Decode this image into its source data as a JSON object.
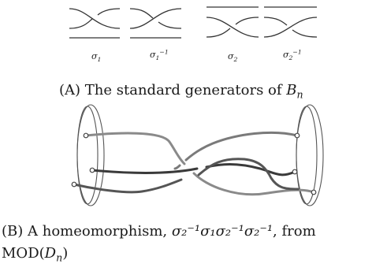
{
  "panel_a": {
    "generator_labels": [
      {
        "base": "σ",
        "sub": "1",
        "sup": ""
      },
      {
        "base": "σ",
        "sub": "1",
        "sup": "−1"
      },
      {
        "base": "σ",
        "sub": "2",
        "sup": ""
      },
      {
        "base": "σ",
        "sub": "2",
        "sup": "−1"
      }
    ],
    "caption_tag": "(A)",
    "caption_text": "The standard generators of",
    "caption_symbol": "B",
    "caption_symbol_sub": "n"
  },
  "panel_b": {
    "caption_tag": "(B)",
    "caption_text_1": "A homeomorphism,",
    "caption_formula": "σ₂⁻¹σ₁σ₂⁻¹σ₂⁻¹",
    "caption_text_2": ", from",
    "caption_line2_prefix": "MOD(",
    "caption_line2_symbol": "D",
    "caption_line2_sub": "n",
    "caption_line2_suffix": ")"
  },
  "colors": {
    "ink": "#1a1a1a",
    "strand_dark": "#3a3a3a",
    "strand_mid": "#6a6a6a",
    "strand_light": "#8a8a8a",
    "disk": "#555555"
  }
}
